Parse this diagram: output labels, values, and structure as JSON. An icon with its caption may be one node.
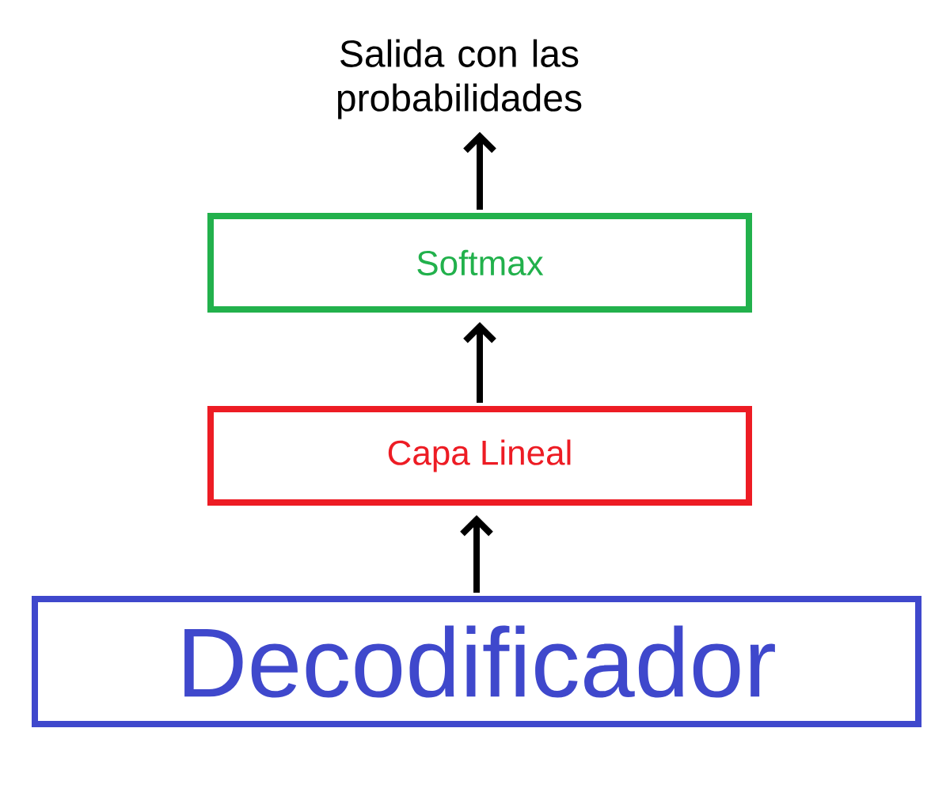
{
  "diagram": {
    "nodes": [
      {
        "text": [
          "Salida con las probabilidades"
        ]
      },
      {
        "text": [
          "Softmax"
        ]
      },
      {
        "text": [
          "Capa Lineal"
        ]
      },
      {
        "text": [
          "Decodificador"
        ]
      }
    ],
    "edges": [
      {
        "from": 3,
        "to": 2,
        "arrow": "to"
      },
      {
        "from": 2,
        "to": 1,
        "arrow": "to"
      },
      {
        "from": 1,
        "to": 0,
        "arrow": "to"
      }
    ]
  }
}
